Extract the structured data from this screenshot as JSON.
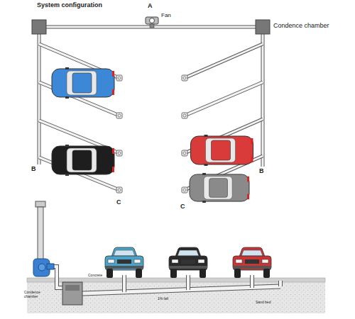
{
  "diagram": {
    "title": "System configuration",
    "labels": [
      "A",
      "Fan",
      "Condence chamber",
      "B",
      "B",
      "C",
      "C",
      "Condence chamber",
      "Concrete",
      "1% fall",
      "Sand bed"
    ]
  }
}
